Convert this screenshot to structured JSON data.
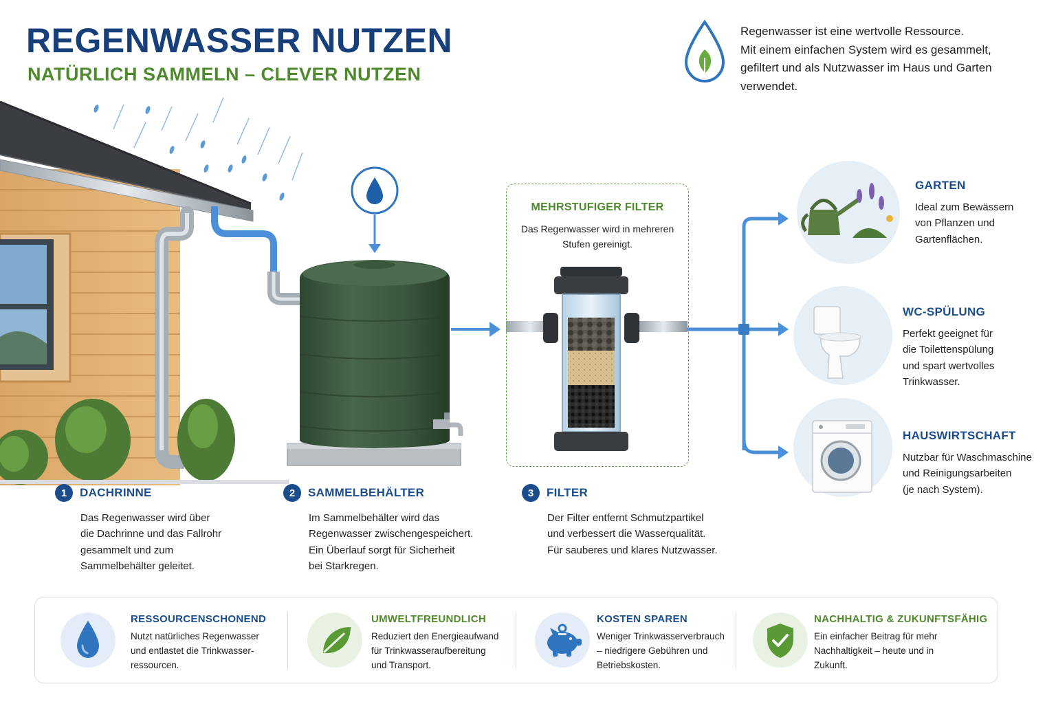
{
  "header": {
    "title": "REGENWASSER NUTZEN",
    "subtitle": "NATÜRLICH SAMMELN – CLEVER NUTZEN"
  },
  "intro": {
    "icon": "water-drop-leaf-icon",
    "lines": [
      "Regenwasser ist eine wertvolle Ressource.",
      "Mit einem einfachen System wird es gesammelt,",
      "gefiltert und als Nutzwasser im Haus und Garten",
      "verwendet."
    ]
  },
  "steps": [
    {
      "number": "1",
      "title": "DACHRINNE",
      "lines": [
        "Das Regenwasser wird über",
        "die Dachrinne und das Fallrohr",
        "gesammelt und zum",
        "Sammelbehälter geleitet."
      ]
    },
    {
      "number": "2",
      "title": "SAMMELBEHÄLTER",
      "lines": [
        "Im Sammelbehälter wird das",
        "Regenwasser zwischengespeichert.",
        "Ein Überlauf sorgt für Sicherheit",
        "bei Starkregen."
      ]
    },
    {
      "number": "3",
      "title": "FILTER",
      "lines": [
        "Der Filter entfernt Schmutzpartikel",
        "und verbessert die Wasserqualität.",
        "Für sauberes und klares Nutzwasser."
      ]
    }
  ],
  "filter_box": {
    "title": "MEHRSTUFIGER FILTER",
    "lines": [
      "Das Regenwasser wird in mehreren",
      "Stufen gereinigt."
    ]
  },
  "uses": [
    {
      "icon": "watering-can-icon",
      "title": "GARTEN",
      "lines": [
        "Ideal zum Bewässern",
        "von Pflanzen und",
        "Gartenflächen."
      ]
    },
    {
      "icon": "toilet-icon",
      "title": "WC-SPÜLUNG",
      "lines": [
        "Perfekt geeignet für",
        "die Toilettenspülung",
        "und spart wertvolles",
        "Trinkwasser."
      ]
    },
    {
      "icon": "washing-machine-icon",
      "title": "HAUSWIRTSCHAFT",
      "lines": [
        "Nutzbar für Waschmaschine",
        "und Reinigungsarbeiten",
        "(je nach System)."
      ]
    }
  ],
  "benefits": [
    {
      "icon": "water-drop-icon",
      "title": "RESSOURCENSCHONEND",
      "title_color": "#1b4c8c",
      "circle_color": "#e4edf7",
      "lines": [
        "Nutzt natürliches Regenwasser",
        "und entlastet die Trinkwasser-",
        "ressourcen."
      ]
    },
    {
      "icon": "leaf-icon",
      "title": "UMWELTFREUNDLICH",
      "title_color": "#4e8a2c",
      "circle_color": "#e9f2e2",
      "lines": [
        "Reduziert den Energieaufwand",
        "für Trinkwasseraufbereitung",
        "und Transport."
      ]
    },
    {
      "icon": "piggy-bank-icon",
      "title": "KOSTEN SPAREN",
      "title_color": "#1b4c8c",
      "circle_color": "#e4edf7",
      "lines": [
        "Weniger Trinkwasserverbrauch",
        "– niedrigere Gebühren und",
        "Betriebskosten."
      ]
    },
    {
      "icon": "shield-check-icon",
      "title": "NACHHALTIG & ZUKUNFTSFÄHIG",
      "title_color": "#4e8a2c",
      "circle_color": "#e9f2e2",
      "lines": [
        "Ein einfacher Beitrag für mehr",
        "Nachhaltigkeit – heute und in",
        "Zukunft."
      ]
    }
  ],
  "colors": {
    "title_blue": "#173f7a",
    "accent_green": "#4e8a2c",
    "pipe_blue": "#4a8fd8",
    "tank_green": "#3d5a3a"
  }
}
